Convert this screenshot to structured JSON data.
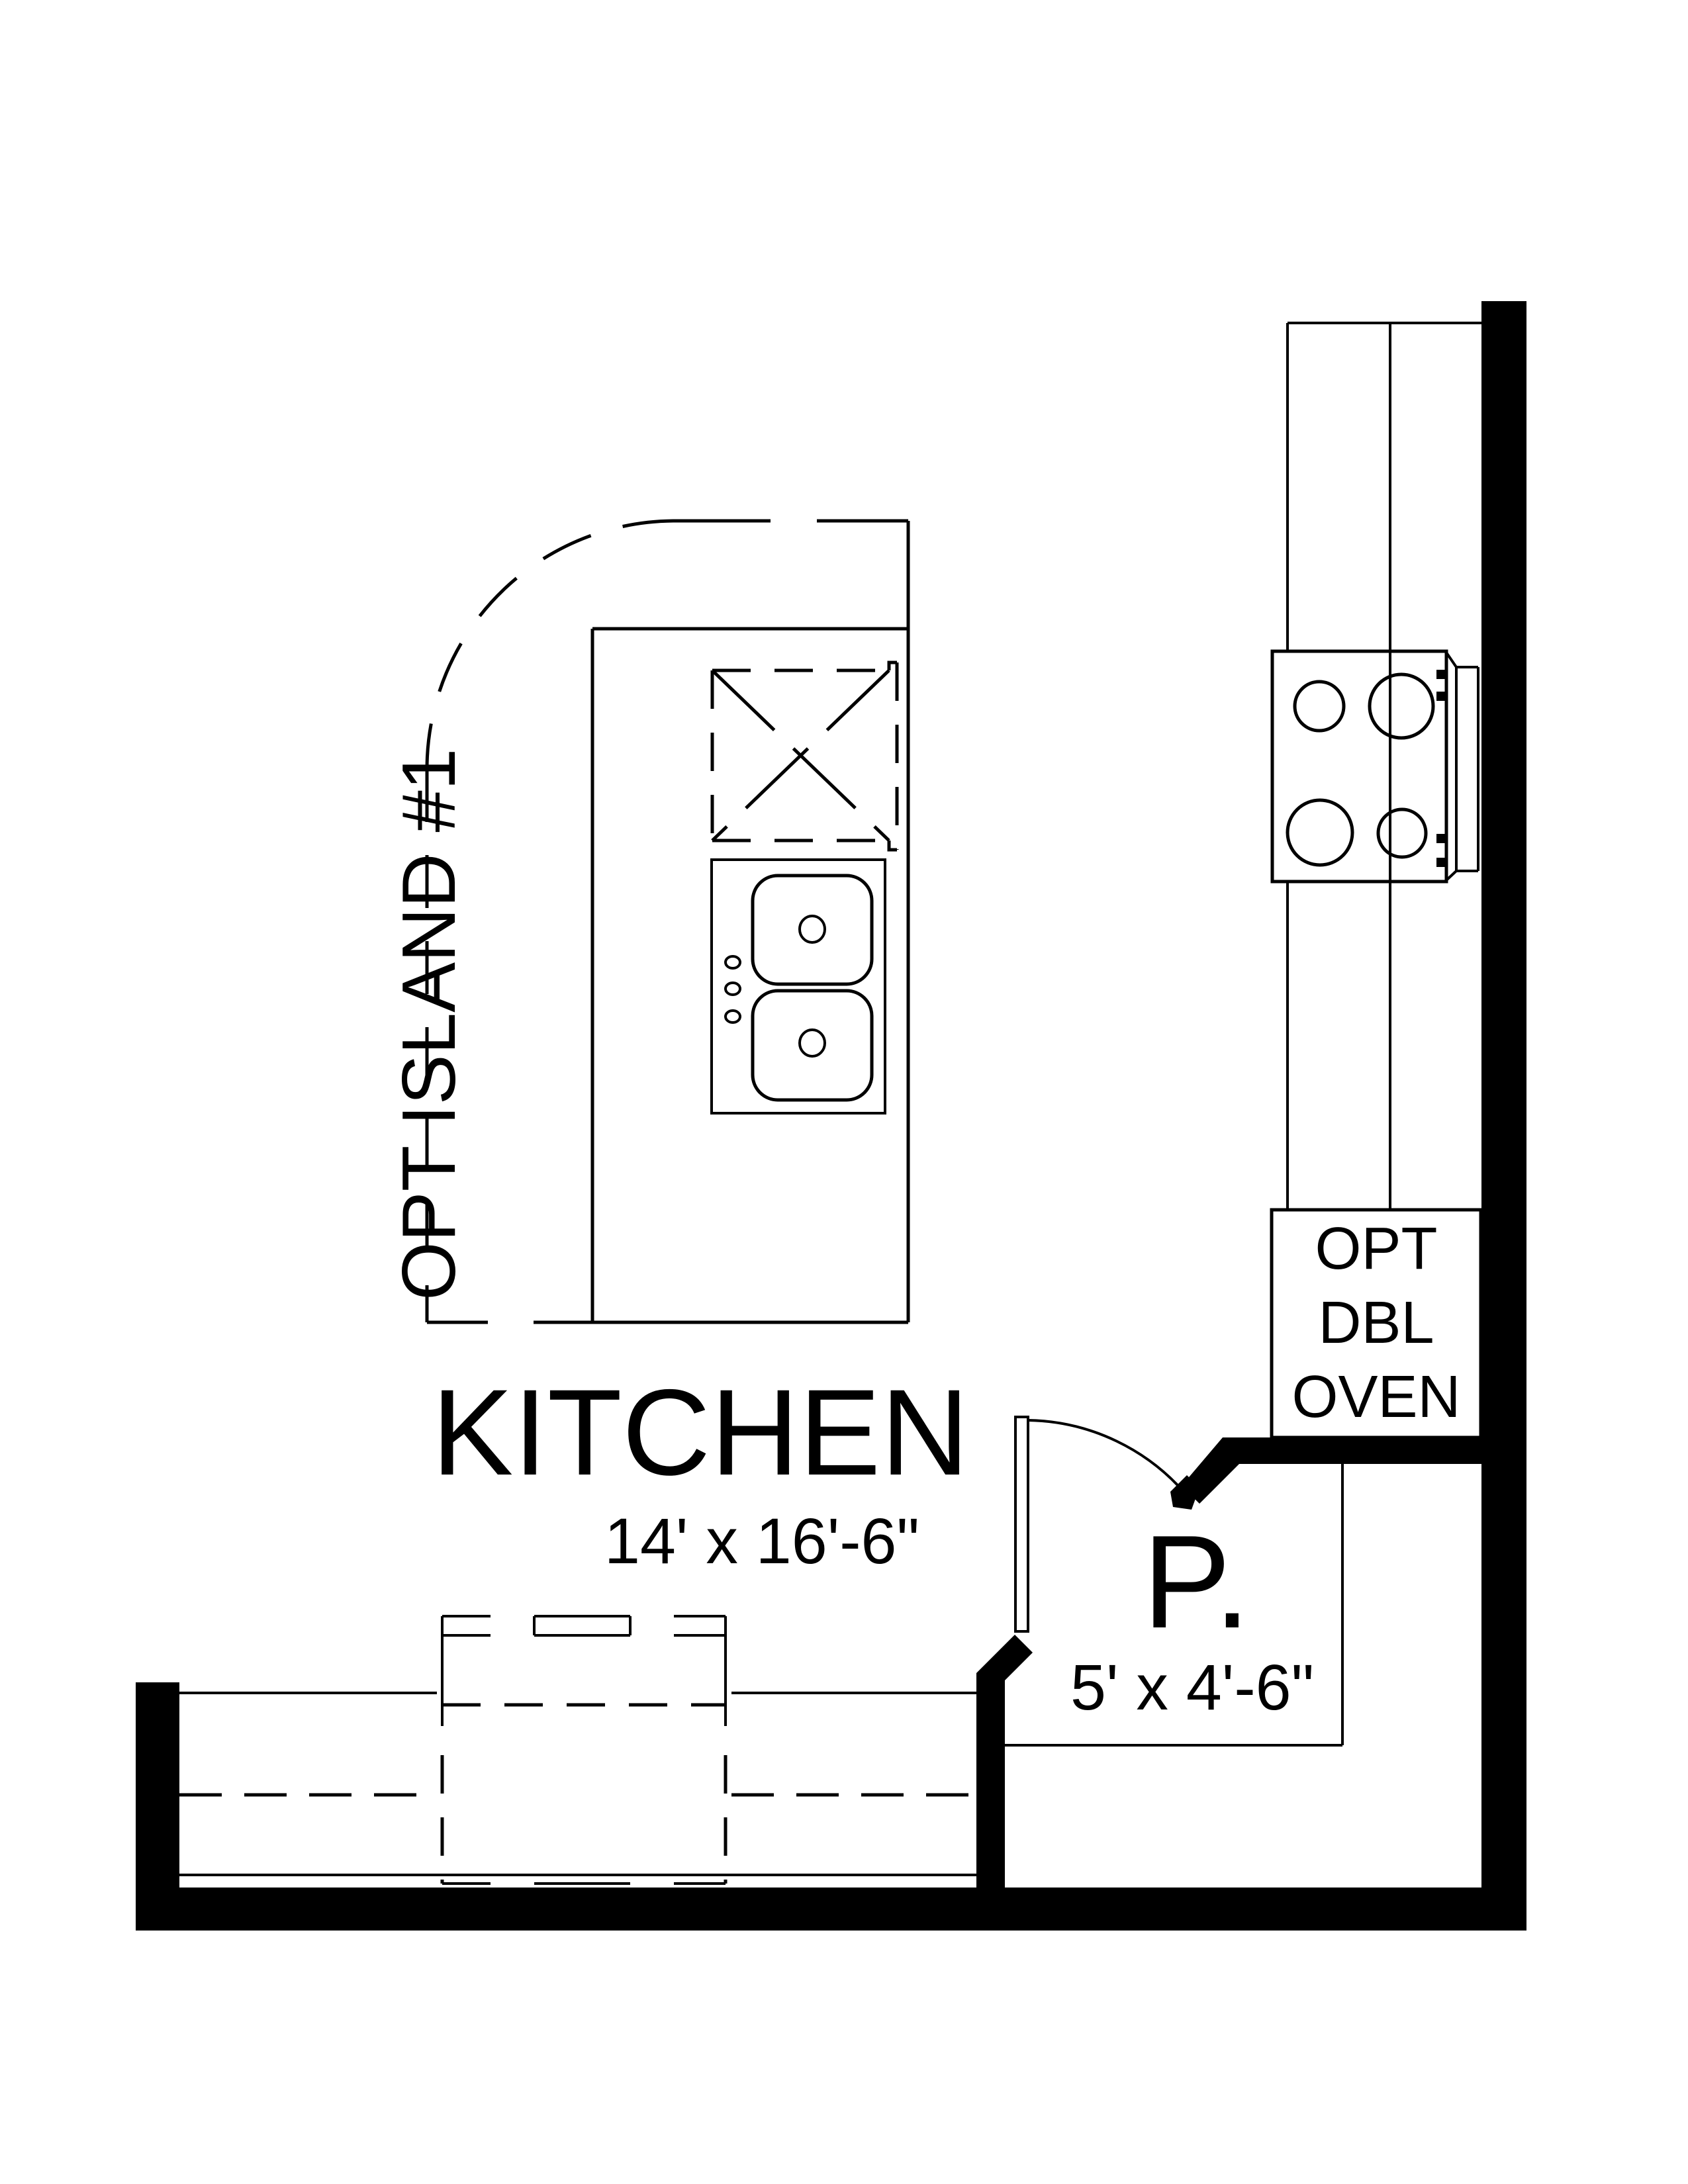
{
  "plan": {
    "room": {
      "title": "KITCHEN",
      "dimensions": "14' x 16'-6\""
    },
    "pantry": {
      "label": "P.",
      "dimensions": "5' x 4'-6\""
    },
    "optional_island": {
      "label": "OPT ISLAND #1"
    },
    "optional_double_oven": {
      "line1": "OPT",
      "line2": "DBL",
      "line3": "OVEN"
    },
    "colors": {
      "ink": "#000000",
      "paper": "#ffffff"
    }
  }
}
